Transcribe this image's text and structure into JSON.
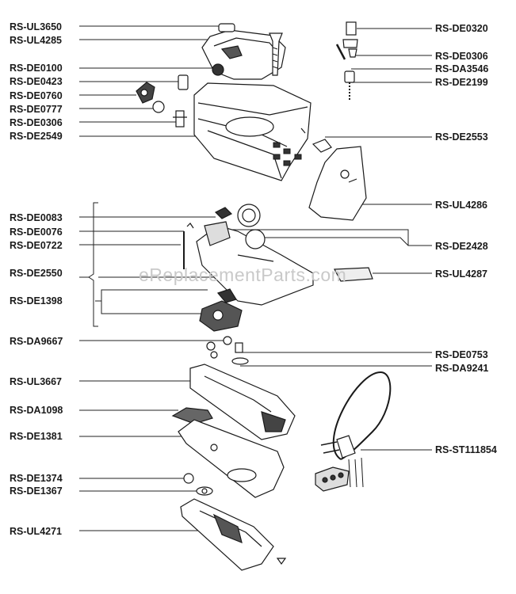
{
  "watermark": "eReplacementParts.com",
  "labels_left": [
    "RS-UL3650",
    "RS-UL4285",
    "RS-DE0100",
    "RS-DE0423",
    "RS-DE0760",
    "RS-DE0777",
    "RS-DE0306",
    "RS-DE2549",
    "RS-DE0083",
    "RS-DE0076",
    "RS-DE0722",
    "RS-DE2550",
    "RS-DE1398",
    "RS-DA9667",
    "RS-UL3667",
    "RS-DA1098",
    "RS-DE1381",
    "RS-DE1374",
    "RS-DE1367",
    "RS-UL4271"
  ],
  "labels_right": [
    "RS-DE0320",
    "RS-DE0306",
    "RS-DA3546",
    "RS-DE2199",
    "RS-DE2553",
    "RS-UL4286",
    "RS-DE2428",
    "RS-UL4287",
    "RS-DE0753",
    "RS-DA9241",
    "RS-ST111854"
  ]
}
